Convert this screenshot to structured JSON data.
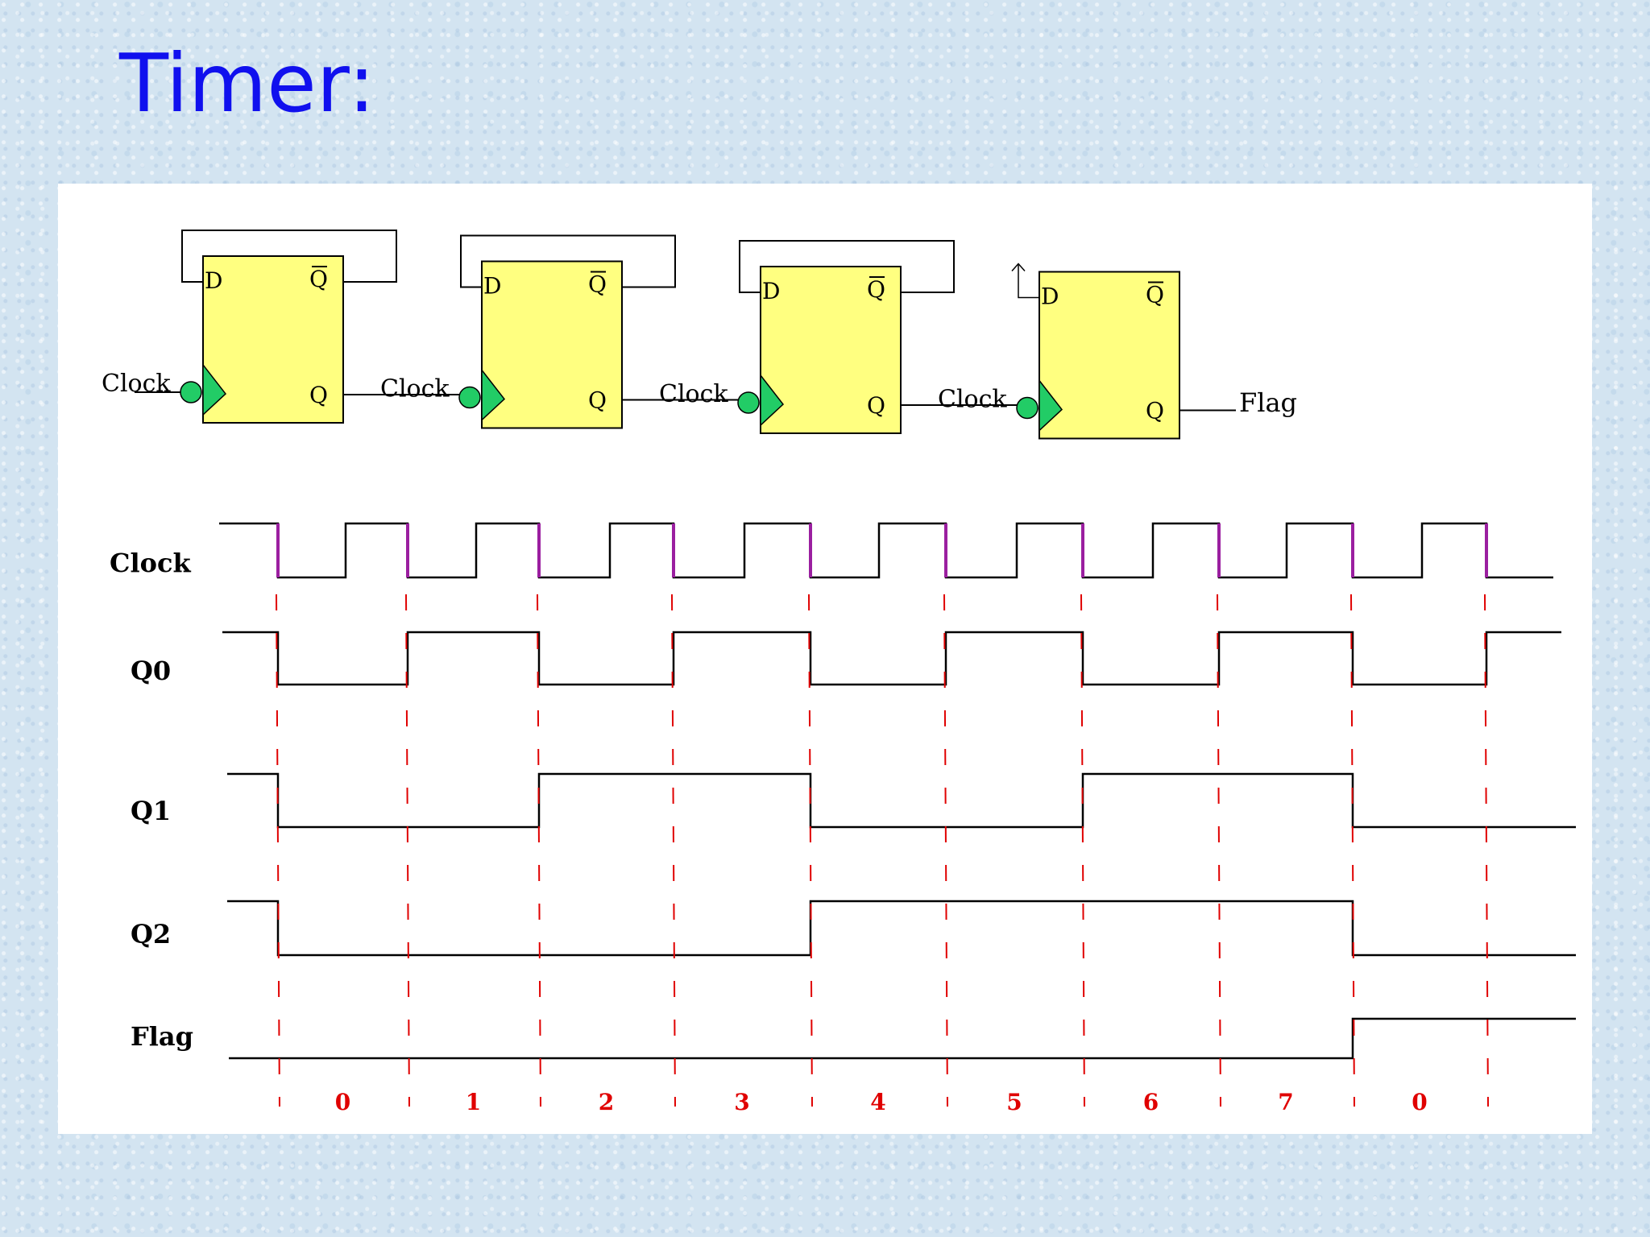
{
  "title": "Timer:",
  "colors": {
    "title": "#1010ee",
    "flipflop_fill": "#ffff80",
    "clock_bubble": "#22cc66",
    "clock_edge": "#9b1fa0",
    "tick": "#e00000",
    "wire": "#000000"
  },
  "circuit": {
    "flip_flops": [
      {
        "d_label": "D",
        "qbar_label": "Q",
        "q_label": "Q",
        "clock_label": "Clock"
      },
      {
        "d_label": "D",
        "qbar_label": "Q",
        "q_label": "Q",
        "clock_label": "Clock"
      },
      {
        "d_label": "D",
        "qbar_label": "Q",
        "q_label": "Q",
        "clock_label": "Clock"
      },
      {
        "d_label": "D",
        "qbar_label": "Q",
        "q_label": "Q",
        "clock_label": "Clock"
      }
    ],
    "output_label": "Flag"
  },
  "timing": {
    "signals": [
      {
        "name": "Clock"
      },
      {
        "name": "Q0",
        "levels": [
          1,
          0,
          1,
          0,
          1,
          0,
          1,
          0,
          1,
          0,
          1
        ]
      },
      {
        "name": "Q1",
        "levels": [
          1,
          0,
          0,
          1,
          1,
          0,
          0,
          1,
          1,
          0,
          0
        ]
      },
      {
        "name": "Q2",
        "levels": [
          1,
          0,
          0,
          0,
          0,
          1,
          1,
          1,
          1,
          0,
          0
        ]
      },
      {
        "name": "Flag",
        "levels": [
          0,
          0,
          0,
          0,
          0,
          0,
          0,
          0,
          0,
          1,
          1
        ]
      }
    ],
    "counts": [
      "0",
      "1",
      "2",
      "3",
      "4",
      "5",
      "6",
      "7",
      "0"
    ]
  }
}
